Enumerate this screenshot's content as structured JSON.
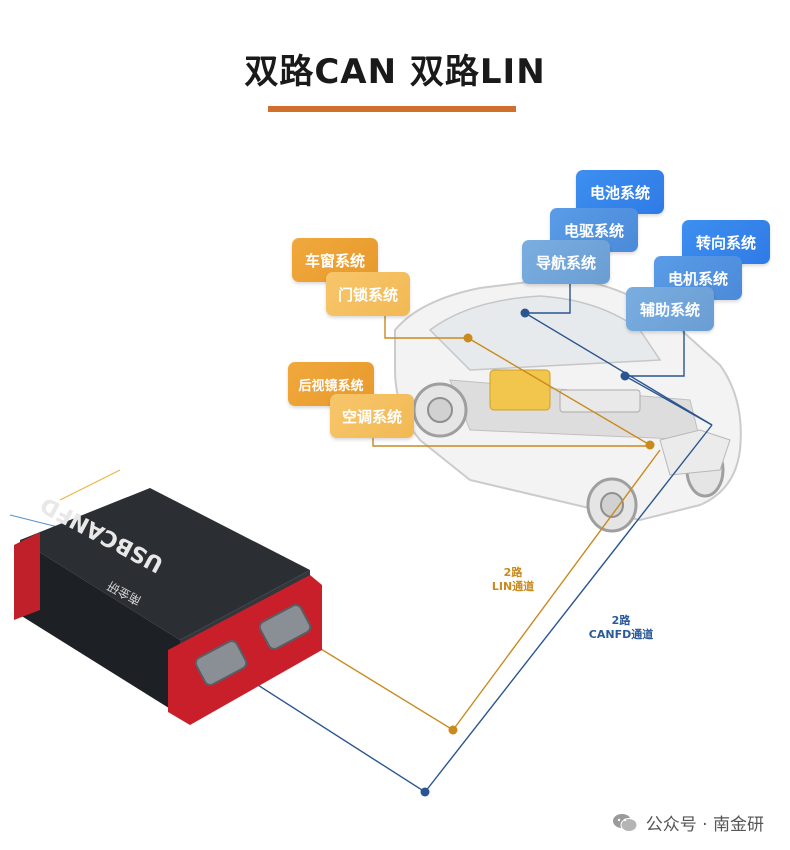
{
  "title": "双路CAN   双路LIN",
  "colors": {
    "accent": "#d0702c",
    "lin_line": "#c98a1e",
    "can_line": "#2a5590"
  },
  "left_tags": [
    {
      "label": "车窗系统"
    },
    {
      "label": "门锁系统"
    },
    {
      "label": "后视镜系统"
    },
    {
      "label": "空调系统"
    }
  ],
  "right_tags": [
    {
      "label": "电池系统"
    },
    {
      "label": "电驱系统"
    },
    {
      "label": "导航系统"
    },
    {
      "label": "转向系统"
    },
    {
      "label": "电机系统"
    },
    {
      "label": "辅助系统"
    }
  ],
  "lin_label": {
    "line1": "2路",
    "line2": "LIN通道"
  },
  "can_label": {
    "line1": "2路",
    "line2": "CANFD通道"
  },
  "device": {
    "brand_text": "USBCANFD",
    "maker_text": "南金研"
  },
  "footer": {
    "text": "公众号 · 南金研",
    "icon": "wechat-icon"
  }
}
